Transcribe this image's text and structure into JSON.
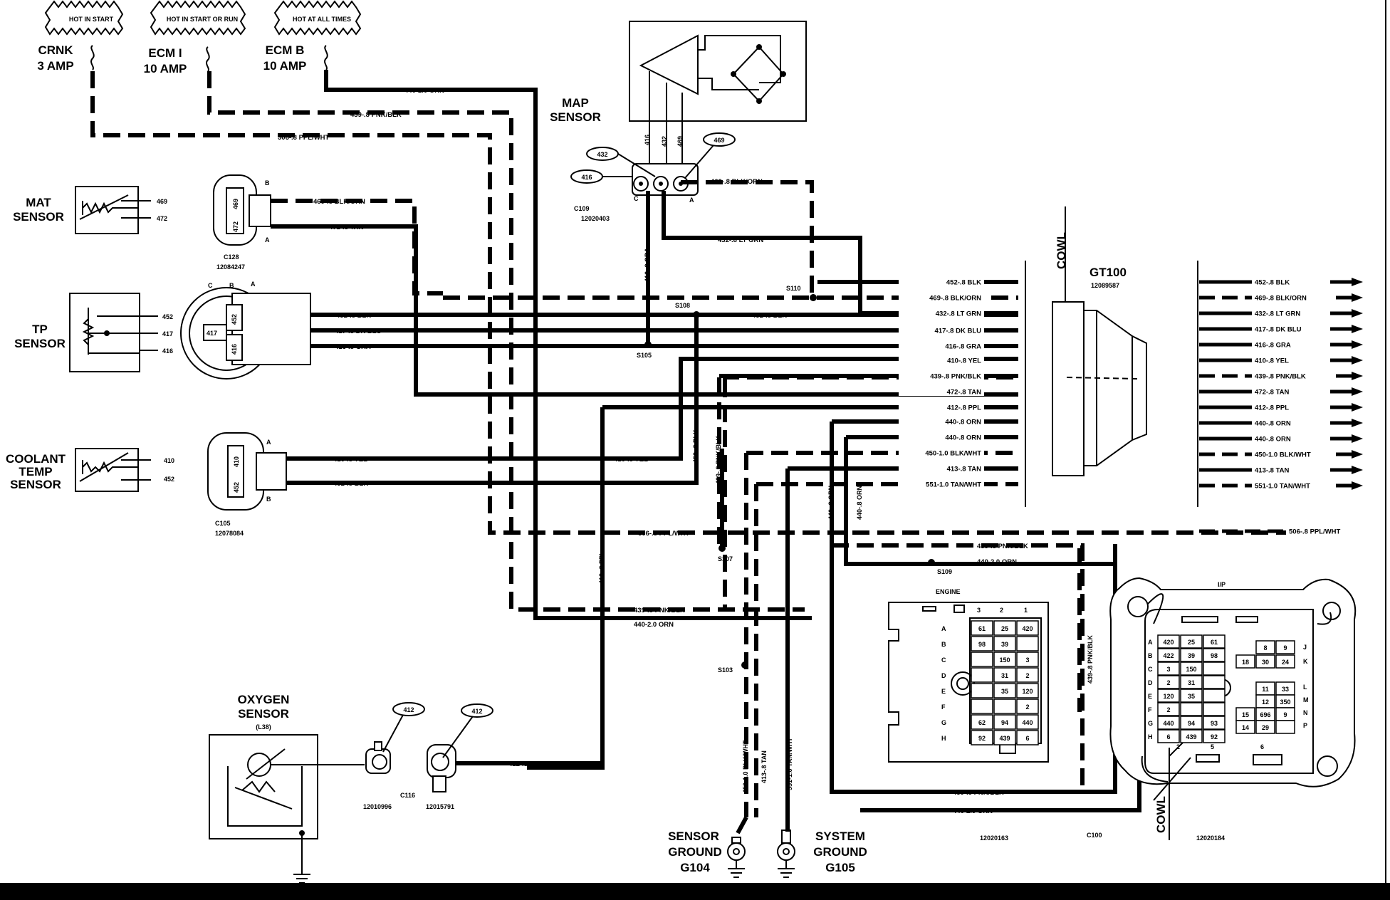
{
  "fuses": [
    {
      "header": "HOT IN START",
      "name": "CRNK",
      "rating": "3 AMP"
    },
    {
      "header": "HOT IN START OR RUN",
      "name": "ECM I",
      "rating": "10 AMP"
    },
    {
      "header": "HOT AT ALL TIMES",
      "name": "ECM B",
      "rating": "10 AMP"
    }
  ],
  "map": {
    "label_1": "MAP",
    "label_2": "SENSOR",
    "pins": [
      "416",
      "432",
      "469"
    ],
    "connector": "C109",
    "part": "12020403",
    "cav_c": "C",
    "cav_a": "A"
  },
  "mat": {
    "label_1": "MAT",
    "label_2": "SENSOR",
    "pins": [
      "469",
      "472"
    ],
    "connector": "C128",
    "part": "12084247",
    "cav_b": "B",
    "cav_a": "A",
    "circ_1": "469",
    "circ_2": "472"
  },
  "tp": {
    "label_1": "TP",
    "label_2": "SENSOR",
    "pins": [
      "452",
      "417",
      "416"
    ],
    "cav_c": "C",
    "cav_b": "B",
    "cav_a": "A",
    "c1": "452",
    "c2": "417",
    "c3": "416"
  },
  "coolant": {
    "label_1": "COOLANT",
    "label_2": "TEMP",
    "label_3": "SENSOR",
    "pins": [
      "410",
      "452"
    ],
    "connector": "C105",
    "part": "12078084",
    "cav_a": "A",
    "cav_b": "B",
    "c1": "410",
    "c2": "452"
  },
  "wires": {
    "w440_top": "440-2.0 ORN",
    "w439_top": "439-.8 PNK/BLK",
    "w506_top": "506-.8 PPL/WHT",
    "w469_map": "469-.8 BLK/ORN",
    "w432_map": "432-.8 LT GRN",
    "w416_map": "416-.8 GRA",
    "w469_mat": "469-.8 BLK/ORN",
    "w472_mat": "472-.8 TAN",
    "w452_tp": "452-.8 BLK",
    "w417_tp": "417-.8 DK BLU",
    "w416_tp": "416-.8 GRA",
    "w452_s": "452-.8 BLK",
    "w410_c": "410-.8 YEL",
    "w452_c": "452-.8 BLK",
    "w410_v": "410-.8 YEL",
    "w452_v": "452-.8 BLK",
    "w439_v": "439-.8 PNK/BLK",
    "w506_mid": "506-.8 PPL/WHT",
    "w439_mid": "439-.8 PNK/BLK",
    "w440_mid": "440-2.0 ORN",
    "w412_v": "412-.8 PPL",
    "w412_o2": "412-.8 PPL",
    "w440_orn_a": "440-.8 ORN",
    "w440_orn_b": "440-.8 ORN",
    "w439_low": "439-.8 PNK/BLK",
    "w440_low": "440-2.0 ORN",
    "w439_bot": "439-.8 PNK/BLK",
    "w440_bot": "440-2.0 ORN",
    "w450_v": "450-1.0 BLK/WHT",
    "w413_v": "413-.8 TAN",
    "w551_v": "551-1.0 TAN/WHT",
    "w439_rt": "439-.8 PNK/BLK"
  },
  "bus_labels": [
    "452-.8 BLK",
    "469-.8 BLK/ORN",
    "432-.8 LT GRN",
    "417-.8 DK BLU",
    "416-.8 GRA",
    "410-.8 YEL",
    "439-.8 PNK/BLK",
    "472-.8 TAN",
    "412-.8 PPL",
    "440-.8 ORN",
    "440-.8 ORN",
    "450-1.0 BLK/WHT",
    "413-.8 TAN",
    "551-1.0 TAN/WHT"
  ],
  "right_labels": [
    "452-.8 BLK",
    "469-.8 BLK/ORN",
    "432-.8 LT GRN",
    "417-.8 DK BLU",
    "416-.8 GRA",
    "410-.8 YEL",
    "439-.8 PNK/BLK",
    "472-.8 TAN",
    "412-.8 PPL",
    "440-.8 ORN",
    "440-.8 ORN",
    "450-1.0 BLK/WHT",
    "413-.8 TAN",
    "551-1.0 TAN/WHT",
    "506-.8 PPL/WHT"
  ],
  "splices": [
    "S110",
    "S108",
    "S105",
    "S107",
    "S103",
    "S109"
  ],
  "cowl": {
    "label": "COWL",
    "gt": "GT100",
    "gt_part": "12089587"
  },
  "oxygen": {
    "label_1": "OXYGEN",
    "label_2": "SENSOR",
    "code": "(L38)",
    "pin_a": "412",
    "pin_b": "412",
    "connector": "C116",
    "part_a": "12010996",
    "part_b": "12015791"
  },
  "grounds": [
    {
      "l1": "SENSOR",
      "l2": "GROUND",
      "l3": "G104"
    },
    {
      "l1": "SYSTEM",
      "l2": "GROUND",
      "l3": "G105"
    }
  ],
  "engine": {
    "label": "ENGINE",
    "cols": [
      "3",
      "2",
      "1"
    ],
    "rows": [
      "A",
      "B",
      "C",
      "D",
      "E",
      "F",
      "G",
      "H"
    ],
    "cells": [
      {
        "r": 0,
        "v": [
          "61",
          "25",
          "420"
        ]
      },
      {
        "r": 1,
        "v": [
          "98",
          "39",
          ""
        ]
      },
      {
        "r": 2,
        "v": [
          "",
          "150",
          "3"
        ]
      },
      {
        "r": 3,
        "v": [
          "",
          "31",
          "2"
        ]
      },
      {
        "r": 4,
        "v": [
          "",
          "35",
          "120"
        ]
      },
      {
        "r": 5,
        "v": [
          "",
          "",
          "2"
        ]
      },
      {
        "r": 6,
        "v": [
          "62",
          "94",
          "440"
        ]
      },
      {
        "r": 7,
        "v": [
          "92",
          "439",
          "6"
        ]
      }
    ],
    "part": "12020163",
    "connector": "C100"
  },
  "ip": {
    "label": "I/P",
    "left_rows": [
      "A",
      "B",
      "C",
      "D",
      "E",
      "F",
      "G",
      "H"
    ],
    "right_rows": [
      "J",
      "K",
      "L",
      "M",
      "N",
      "P"
    ],
    "cells": [
      [
        "420",
        "25",
        "61"
      ],
      [
        "422",
        "39",
        "98"
      ],
      [
        "3",
        "150",
        ""
      ],
      [
        "2",
        "31",
        ""
      ],
      [
        "120",
        "35",
        ""
      ],
      [
        "2",
        "",
        ""
      ],
      [
        "440",
        "94",
        "93"
      ],
      [
        "6",
        "439",
        "92"
      ]
    ],
    "right_cells": [
      [
        "8",
        "9"
      ],
      [
        "30",
        "24"
      ],
      [
        "11",
        "33"
      ],
      [
        "12",
        "350"
      ],
      [
        "696",
        "9"
      ],
      [
        "29",
        ""
      ]
    ],
    "right_lead": [
      "",
      "18",
      "",
      "",
      "15",
      "14"
    ],
    "bottom": [
      "2",
      "5",
      "6"
    ],
    "part": "12020184",
    "cowl": "COWL"
  }
}
